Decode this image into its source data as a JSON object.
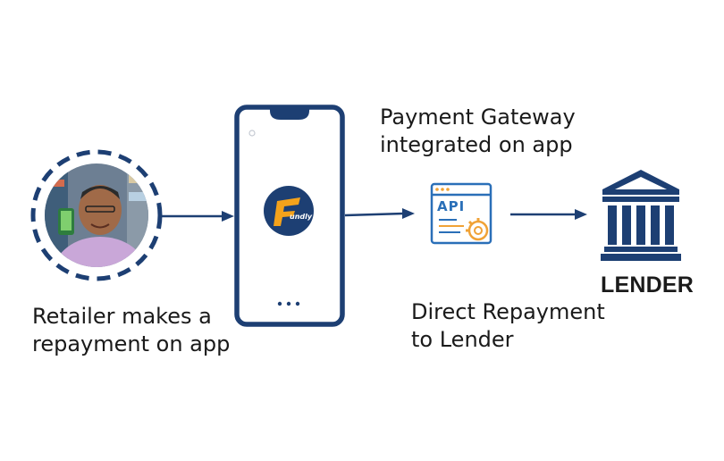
{
  "retailer": {
    "caption_line1": "Retailer makes a",
    "caption_line2": "repayment on app"
  },
  "phone": {
    "logo_text": "undly"
  },
  "gateway": {
    "caption_line1": "Payment Gateway",
    "caption_line2": "integrated on app",
    "icon_text": "API"
  },
  "repayment": {
    "caption_line1": "Direct Repayment",
    "caption_line2": "to Lender"
  },
  "lender": {
    "label": "LENDER"
  },
  "colors": {
    "navy": "#1d3f73",
    "api_blue": "#2a6fb8",
    "api_orange": "#f0a236",
    "brand_orange": "#f4a21b"
  }
}
